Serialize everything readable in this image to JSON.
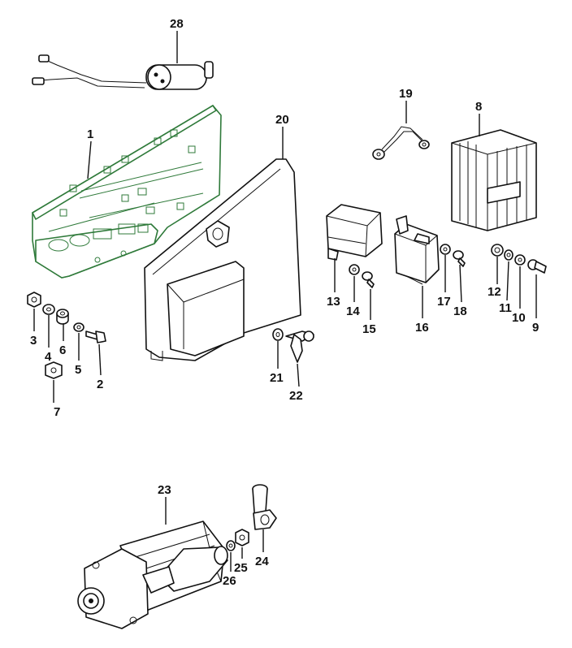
{
  "callouts": [
    {
      "id": "1",
      "text": "1"
    },
    {
      "id": "2",
      "text": "2"
    },
    {
      "id": "3",
      "text": "3"
    },
    {
      "id": "4",
      "text": "4"
    },
    {
      "id": "5",
      "text": "5"
    },
    {
      "id": "6",
      "text": "6"
    },
    {
      "id": "7",
      "text": "7"
    },
    {
      "id": "8",
      "text": "8"
    },
    {
      "id": "9",
      "text": "9"
    },
    {
      "id": "10",
      "text": "10"
    },
    {
      "id": "11",
      "text": "11"
    },
    {
      "id": "12",
      "text": "12"
    },
    {
      "id": "13",
      "text": "13"
    },
    {
      "id": "14",
      "text": "14"
    },
    {
      "id": "15",
      "text": "15"
    },
    {
      "id": "16",
      "text": "16"
    },
    {
      "id": "17",
      "text": "17"
    },
    {
      "id": "18",
      "text": "18"
    },
    {
      "id": "19",
      "text": "19"
    },
    {
      "id": "20",
      "text": "20"
    },
    {
      "id": "21",
      "text": "21"
    },
    {
      "id": "22",
      "text": "22"
    },
    {
      "id": "23",
      "text": "23"
    },
    {
      "id": "24",
      "text": "24"
    },
    {
      "id": "25",
      "text": "25"
    },
    {
      "id": "26",
      "text": "26"
    },
    {
      "id": "28",
      "text": "28"
    }
  ],
  "colors": {
    "highlight": "#2f7a3a",
    "line": "#111111",
    "background": "#ffffff"
  }
}
